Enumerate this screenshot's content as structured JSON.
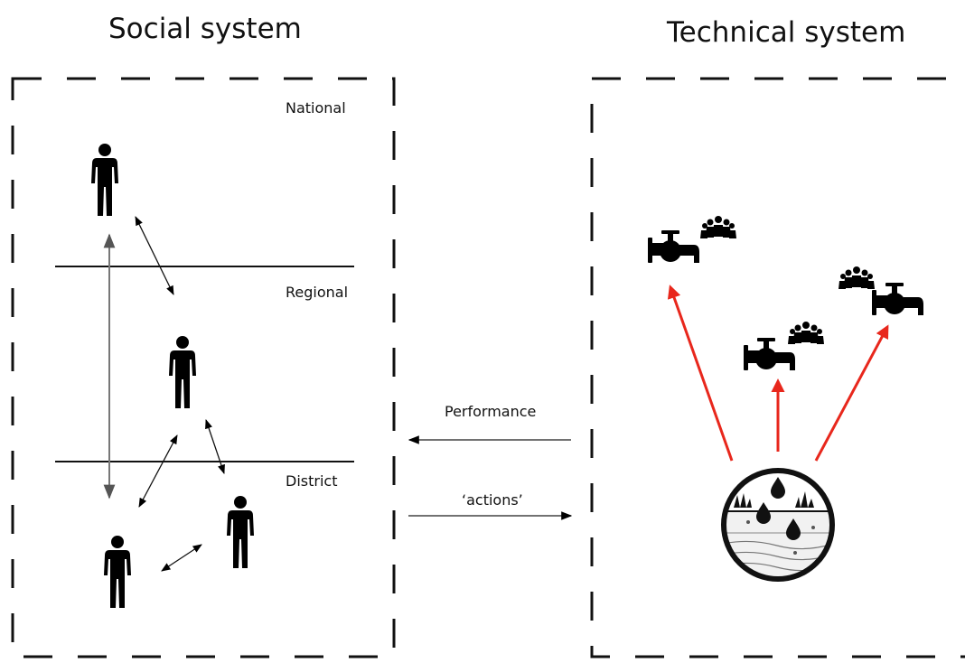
{
  "titles": {
    "social": "Social system",
    "technical": "Technical system"
  },
  "levels": {
    "national": "National",
    "regional": "Regional",
    "district": "District"
  },
  "flows": {
    "performance": "Performance",
    "actions": "‘actions’"
  },
  "colors": {
    "ink": "#000000",
    "supply_arrow": "#e8271c",
    "link_arrow": "#8a8a8a"
  },
  "icons": [
    "person-icon",
    "water-tap-icon",
    "community-icon",
    "water-source-icon"
  ]
}
